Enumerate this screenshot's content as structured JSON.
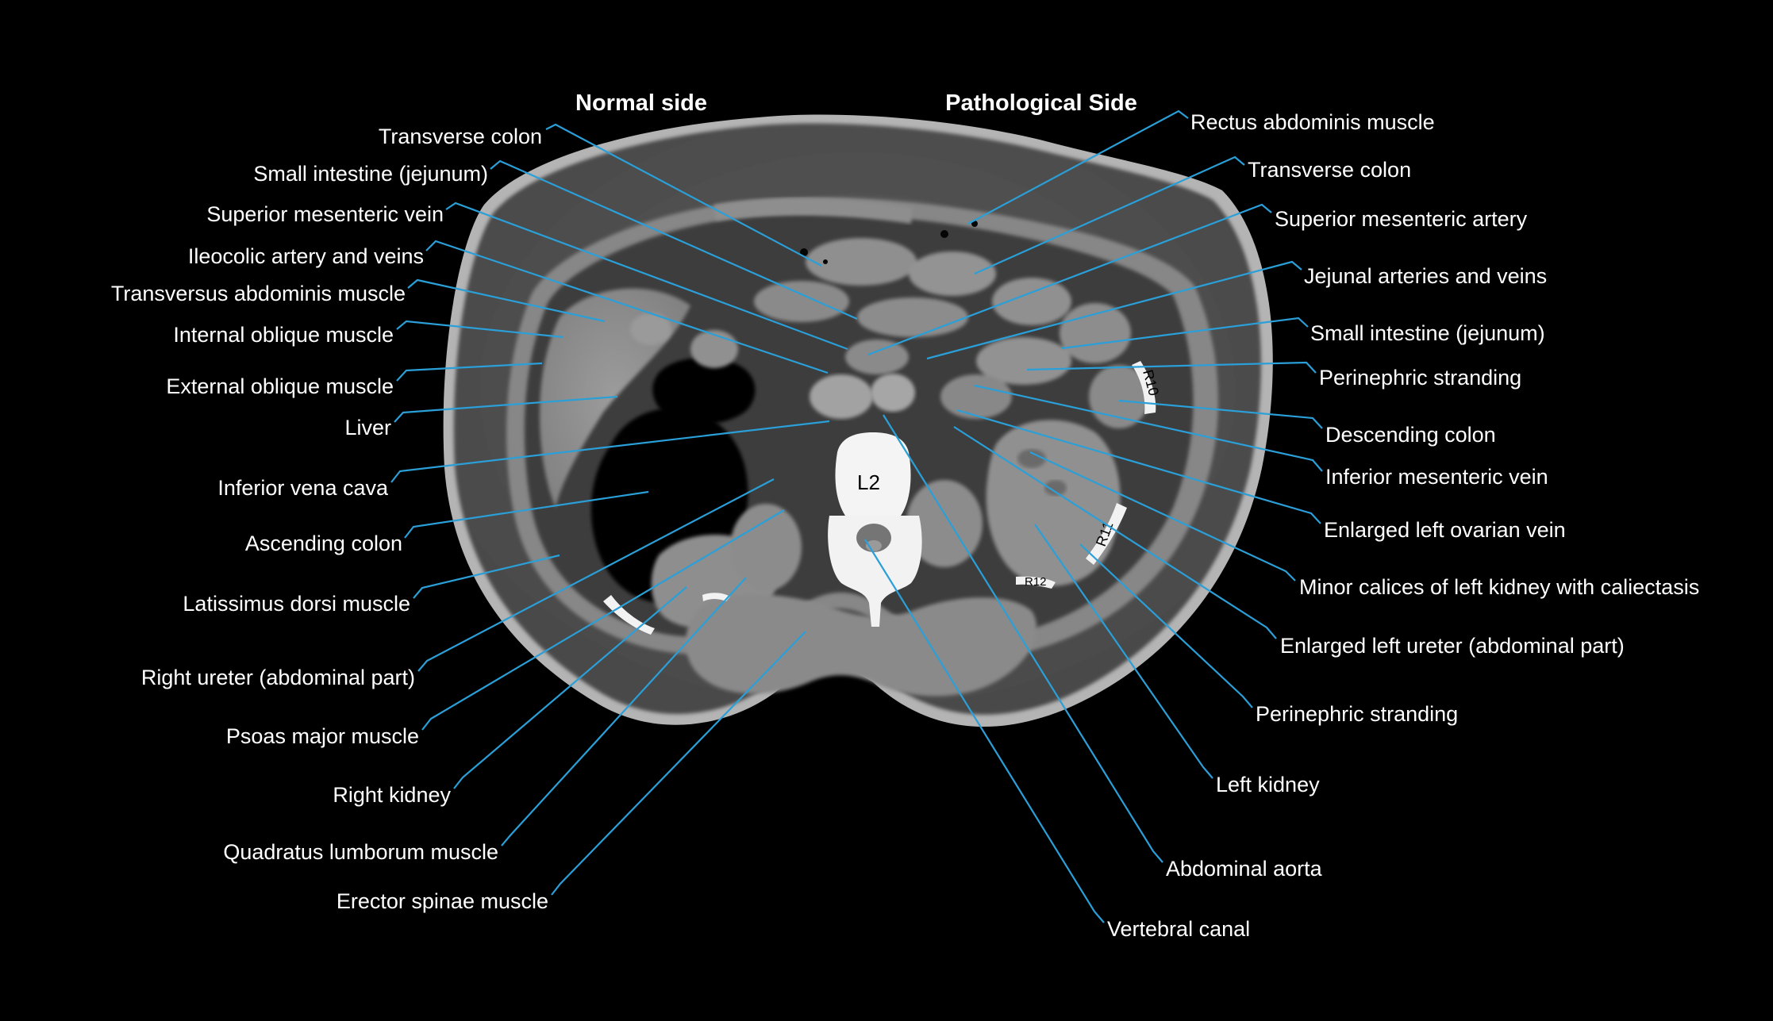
{
  "headers": {
    "normal": "Normal side",
    "pathological": "Pathological Side"
  },
  "scan_labels": {
    "vertebra": "L2",
    "rib10": "R10",
    "rib11": "R11",
    "rib12": "R12"
  },
  "colors": {
    "leader": "#2a9fd8",
    "background": "#000000",
    "label": "#ffffff"
  },
  "left_labels": [
    "Transverse colon",
    "Small intestine (jejunum)",
    "Superior mesenteric vein",
    "Ileocolic artery and veins",
    "Transversus abdominis muscle",
    "Internal oblique muscle",
    "External oblique muscle",
    "Liver",
    "Inferior vena cava",
    "Ascending colon",
    "Latissimus dorsi muscle",
    "Right ureter (abdominal part)",
    "Psoas major muscle",
    "Right kidney",
    "Quadratus lumborum muscle",
    "Erector spinae muscle"
  ],
  "right_labels": [
    "Rectus abdominis muscle",
    "Transverse colon",
    "Superior mesenteric artery",
    "Jejunal arteries and veins",
    "Small intestine (jejunum)",
    "Perinephric stranding",
    "Descending colon",
    "Inferior mesenteric vein",
    "Enlarged left ovarian vein",
    "Minor calices of left kidney with caliectasis",
    "Enlarged left ureter (abdominal part)",
    "Perinephric stranding",
    "Left kidney",
    "Abdominal aorta",
    "Vertebral canal"
  ]
}
